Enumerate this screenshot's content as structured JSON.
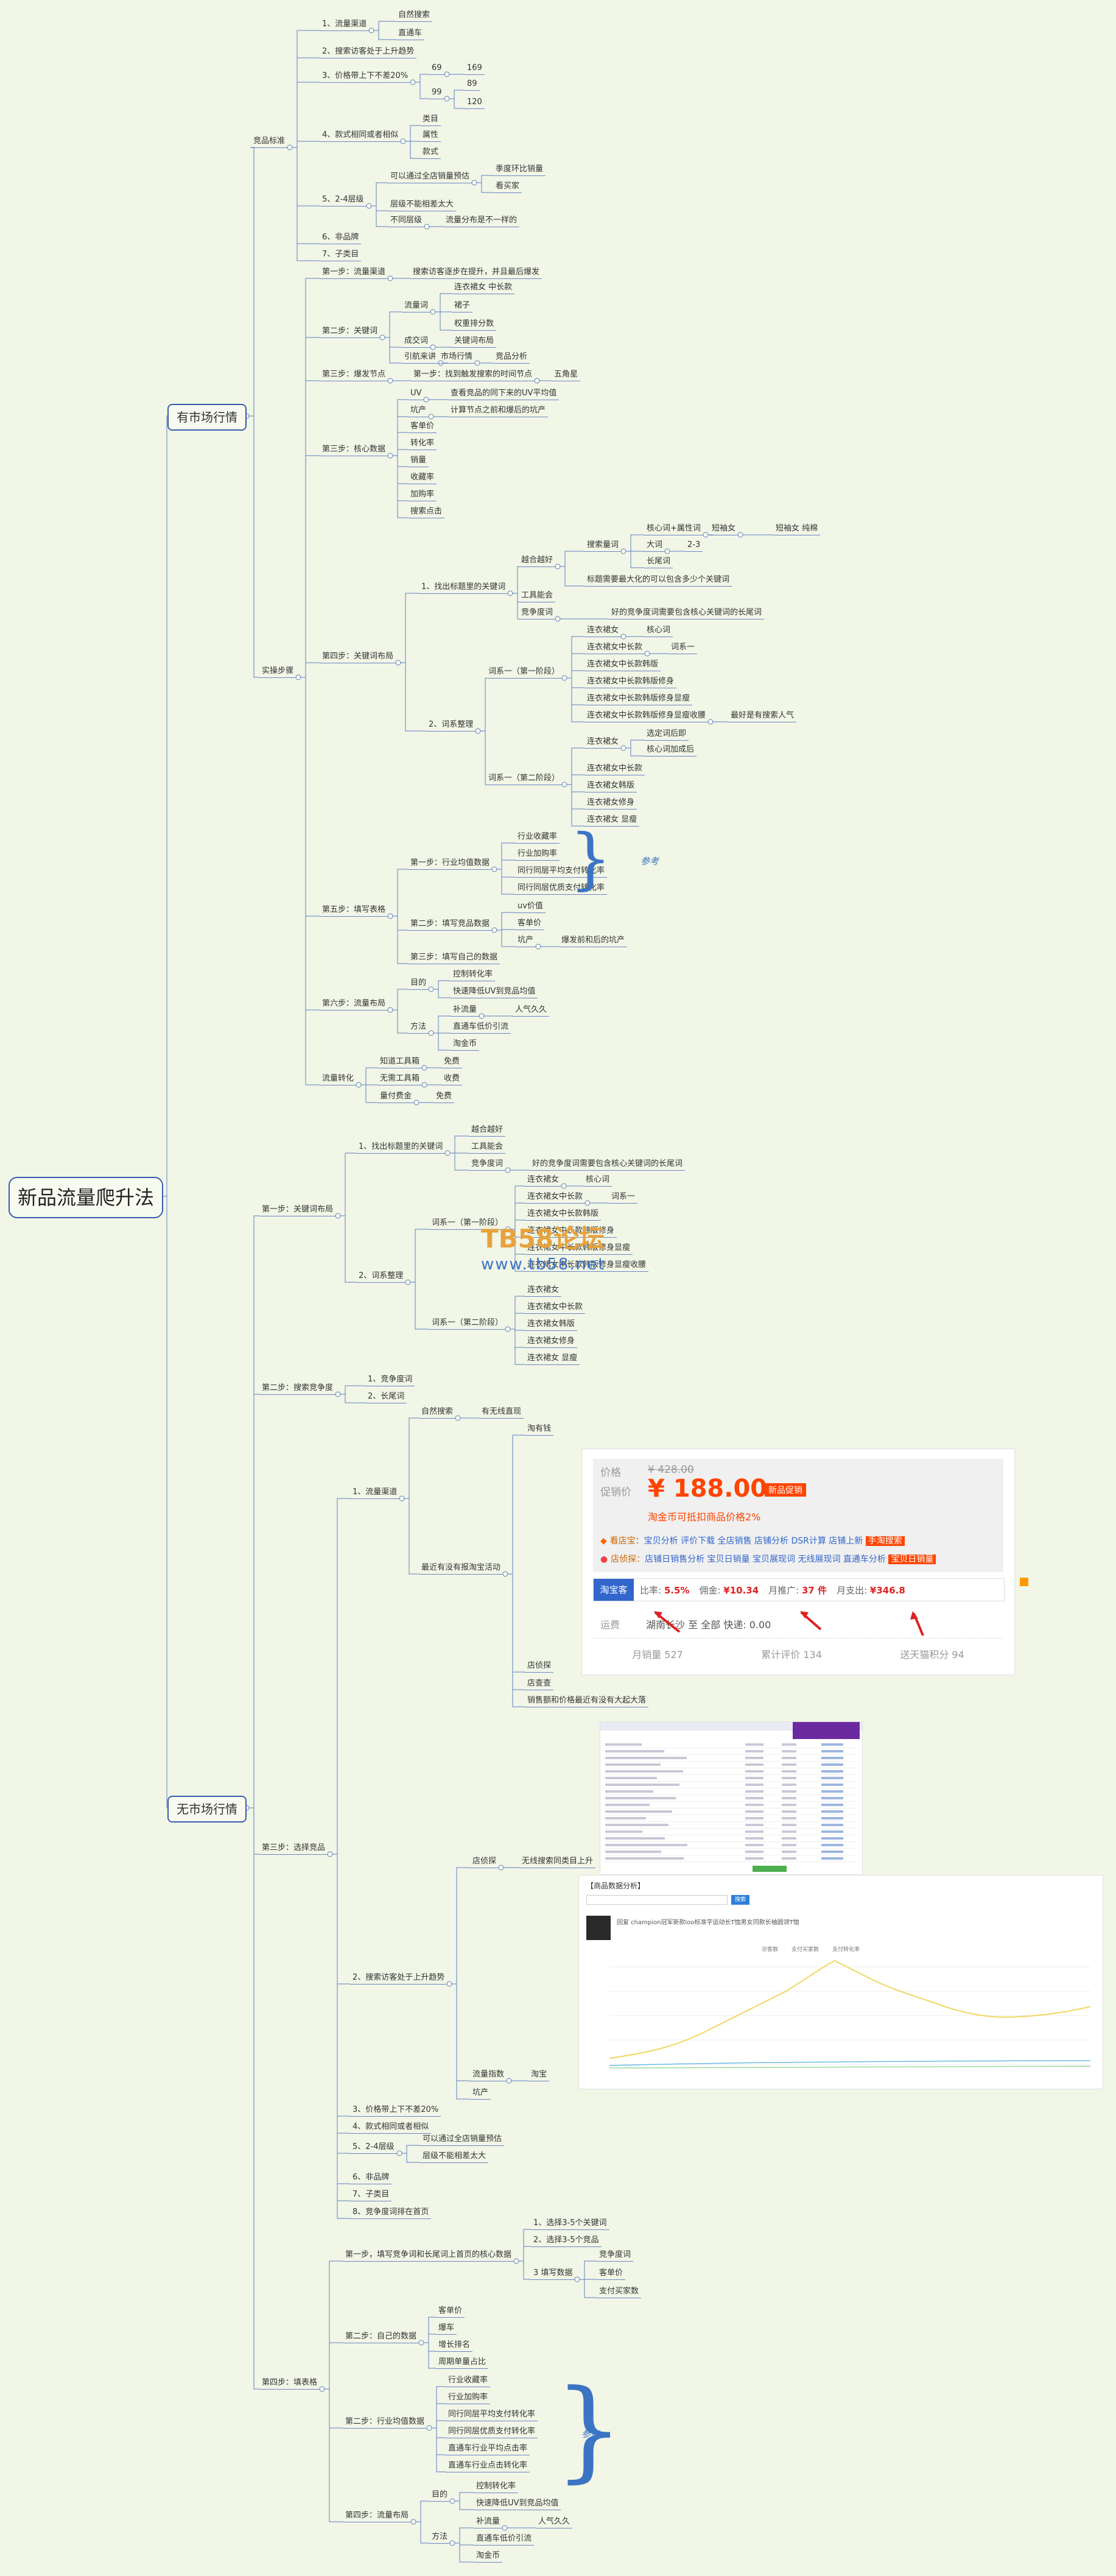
{
  "root": {
    "label": "新品流量爬升法"
  },
  "main": {
    "market": "有市场行情",
    "nomarket": "无市场行情"
  },
  "market": {
    "product_standard": {
      "label": "竞品标准",
      "items": [
        "1、流量渠道",
        "2、搜索访客处于上升趋势",
        "3、价格带上下不差20%",
        "4、款式相同或者相似",
        "5、2-4层级",
        "6、非品牌",
        "7、子类目"
      ],
      "channels": [
        "自然搜索",
        "直通车"
      ],
      "prices": [
        "69",
        "99",
        "169",
        "89",
        "120"
      ],
      "style": [
        "类目",
        "属性",
        "款式"
      ],
      "level": [
        "可以通过全店销量预估",
        "层级不能相差太大",
        "不同层级",
        "季度环比销量",
        "看买家",
        "流量分布是不一样的"
      ]
    },
    "practice": {
      "label": "实操步骤",
      "step1": {
        "label": "第一步：流量渠道",
        "a": "搜索访客逐步在提升，并且最后爆发"
      },
      "step2": {
        "label": "第二步：关键词",
        "a": "流量词",
        "b": "连衣裙女 中长款",
        "c": "裙子",
        "d": "权重排分数",
        "e": "成交词",
        "f": "关键词布局",
        "g": "引航来讲",
        "h": "市场行情",
        "i": "竞品分析"
      },
      "step3a": {
        "label": "第三步：爆发节点",
        "a": "第一步：找到触发搜索的时间节点",
        "b": "五角星"
      },
      "step3": {
        "label": "第三步：核心数据",
        "items": [
          "UV",
          "坑产",
          "客单价",
          "转化率",
          "销量",
          "收藏率",
          "加购率",
          "搜索点击"
        ],
        "uv": "查看竞品的同下来的UV平均值",
        "kc": "计算节点之前和爆后的坑产"
      },
      "step4": {
        "label": "第四步：关键词布局",
        "s1": {
          "label": "1、找出标题里的关键词",
          "a": "越合越好",
          "b": "工具能会",
          "c": "竞争度词",
          "search": "搜索量词",
          "big": "大词",
          "long": "长尾词",
          "compete": "竞争度词",
          "reduce": "标题需要最大化的可以包含多少个关键词",
          "combine": "核心词+属性词",
          "short": "短袖女",
          "shortb": "短袖女 纯棉",
          "range": "2-3",
          "keep": "好的竞争度词需要包含核心关键词的长尾词"
        },
        "s2": {
          "label": "2、词系整理",
          "g1": "词系一（第一阶段）",
          "g1items": [
            "连衣裙女",
            "连衣裙女中长款",
            "连衣裙女中长款韩版",
            "连衣裙女中长款韩版修身",
            "连衣裙女中长款韩版修身显瘦",
            "连衣裙女中长款韩版修身显瘦收腰"
          ],
          "core": "核心词",
          "sys": "词系一",
          "peak": "最好是有搜索人气",
          "g2": "词系一（第二阶段）",
          "g2items": [
            "连衣裙女",
            "连衣裙女中长款",
            "连衣裙女韩版",
            "连衣裙女修身",
            "连衣裙女 显瘦"
          ],
          "pick": "选定词后即",
          "core2": "核心词加成后"
        }
      },
      "step5": {
        "label": "第五步：填写表格",
        "s1": "第一步：行业均值数据",
        "s1items": [
          "行业收藏率",
          "行业加购率",
          "同行同层平均支付转化率",
          "同行同层优质支付转化率"
        ],
        "s2": "第二步：填写竞品数据",
        "s2items": [
          "uv价值",
          "客单价",
          "坑产"
        ],
        "s2note": "爆发前和后的坑产",
        "s3": "第三步：填写自己的数据"
      },
      "step6": {
        "label": "第六步：流量布局",
        "goal": "目的",
        "method": "方法",
        "g1": "控制转化率",
        "g2": "快速降低UV到竞品均值",
        "m1": "补流量",
        "m1b": "人气久久",
        "m2": "直通车低价引流",
        "m3": "淘金币"
      },
      "convert": {
        "label": "流量转化",
        "a": "知道工具箱",
        "a2": "免费",
        "b": "无需工具箱",
        "b2": "收费",
        "c": "量付费金",
        "c2": "免费"
      }
    }
  },
  "nomarket": {
    "step1": {
      "label": "第一步：关键词布局",
      "s1": "1、找出标题里的关键词",
      "s1items": [
        "越合越好",
        "工具能会",
        "竞争度词"
      ],
      "keep": "好的竞争度词需要包含核心关键词的长尾词",
      "s2": "2、词系整理",
      "g1": "词系一（第一阶段）",
      "g1items": [
        "连衣裙女",
        "连衣裙女中长款",
        "连衣裙女中长款韩版",
        "连衣裙女中长款韩版修身",
        "连衣裙女中长款韩版修身显瘦",
        "连衣裙女中长款韩版修身显瘦收腰"
      ],
      "core": "核心词",
      "sys": "词系一",
      "g2": "词系一（第二阶段）",
      "g2items": [
        "连衣裙女",
        "连衣裙女中长款",
        "连衣裙女韩版",
        "连衣裙女修身",
        "连衣裙女 显瘦"
      ]
    },
    "step2": {
      "label": "第二步：搜索竞争度",
      "items": [
        "1、竞争度词",
        "2、长尾词"
      ]
    },
    "step3": {
      "label": "第三步：选择竞品",
      "c1": "1、流量渠道",
      "natural": "自然搜索",
      "train": "有无线直现",
      "recent": "最近有没有报淘宝活动",
      "tao": "淘有钱",
      "st": "店侦探",
      "zs": "店查查",
      "xl": "销售额和价格最近有没有大起大落",
      "c2": "2、搜索访客处于上升趋势",
      "dz": "店侦探",
      "dz2": "无线搜索同类目上升",
      "ll": "流量指数",
      "ll2": "淘宝",
      "kc": "坑产",
      "c3": "3、价格带上下不差20%",
      "c4": "4、款式相同或者相似",
      "c5": "5、2-4层级",
      "c5a": "可以通过全店销量预估",
      "c5b": "层级不能相差太大",
      "c6": "6、非品牌",
      "c7": "7、子类目",
      "c8": "8、竞争度词排在首页"
    },
    "step4": {
      "label": "第四步：填表格",
      "s1": "第一步，填写竞争词和长尾词上首页的核心数据",
      "s1a": "1、选择3-5个关键词",
      "s1b": "2、选择3-5个竞品",
      "s1c": "3 填写数据",
      "s1c_items": [
        "竞争度词",
        "客单价",
        "支付买家数"
      ],
      "s2": "第二步：自己的数据",
      "s2items": [
        "客单价",
        "爆车",
        "增长排名",
        "周期单量占比"
      ],
      "s3": "第二步：行业均值数据",
      "s3items": [
        "行业收藏率",
        "行业加购率",
        "同行同层平均支付转化率",
        "同行同层优质支付转化率",
        "直通车行业平均点击率",
        "直通车行业点击转化率"
      ],
      "s4": "第四步：流量布局",
      "goal": "目的",
      "method": "方法",
      "g1": "控制转化率",
      "g2": "快速降低UV到竞品均值",
      "m1": "补流量",
      "m1b": "人气久久",
      "m2": "直通车低价引流",
      "m3": "淘金币"
    }
  },
  "notes": {
    "ref": "参考",
    "ref2": "参考"
  },
  "watermark": {
    "logo": "TB58论坛",
    "url": "www.tb58.net"
  },
  "shot1": {
    "price_label": "价格",
    "price_old": "¥ 428.00",
    "promo_label": "促销价",
    "promo_val": "¥ 188.00",
    "promo_badge": "新品促销",
    "coin": "淘金币可抵扣商品价格2%",
    "row1_lead": "看店宝：",
    "row1": "宝贝分析 评价下载 全店销售 店铺分析 DSR计算 店铺上新",
    "row1_badge": "手淘搜索",
    "row2_lead": "店侦探：",
    "row2": "店铺日销售分析 宝贝日销量 宝贝展现词 无线展现词 直通车分析",
    "row2_badge": "宝贝日销量",
    "tag": "淘宝客",
    "stats": [
      "比率: 5.5%",
      "佣金: ¥10.34",
      "月推广: 37 件",
      "月支出: ¥346.8"
    ],
    "ship": "运费",
    "ship_val": "湖南长沙 至 全部  快递: 0.00",
    "sales": [
      "月销量 527",
      "累计评价 134",
      "送天猫积分 94"
    ]
  },
  "shot3": {
    "title": "【商品数据分析】",
    "search": "搜索",
    "product": "回复 champion冠军新款loo标准字运动长T恤男女同款长袖圆领T恤",
    "legend": [
      "访客数",
      "支付买家数",
      "支付转化率"
    ]
  }
}
